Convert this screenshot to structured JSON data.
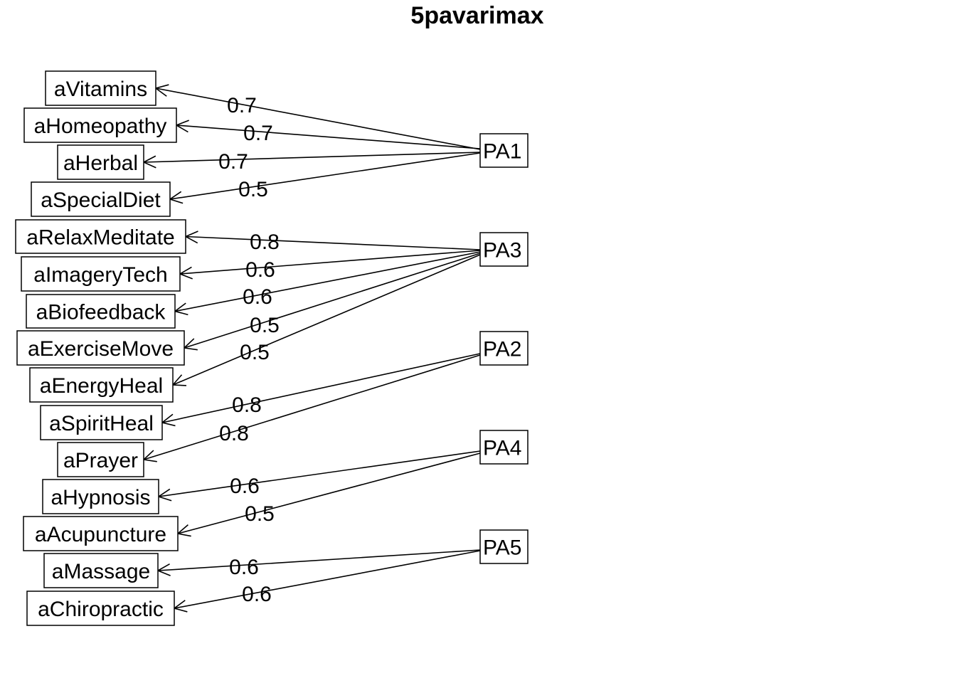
{
  "title": "5pavarimax",
  "factors": [
    {
      "id": "PA1",
      "label": "PA1"
    },
    {
      "id": "PA3",
      "label": "PA3"
    },
    {
      "id": "PA2",
      "label": "PA2"
    },
    {
      "id": "PA4",
      "label": "PA4"
    },
    {
      "id": "PA5",
      "label": "PA5"
    }
  ],
  "variables": [
    {
      "label": "aVitamins"
    },
    {
      "label": "aHomeopathy"
    },
    {
      "label": "aHerbal"
    },
    {
      "label": "aSpecialDiet"
    },
    {
      "label": "aRelaxMeditate"
    },
    {
      "label": "aImageryTech"
    },
    {
      "label": "aBiofeedback"
    },
    {
      "label": "aExerciseMove"
    },
    {
      "label": "aEnergyHeal"
    },
    {
      "label": "aSpiritHeal"
    },
    {
      "label": "aPrayer"
    },
    {
      "label": "aHypnosis"
    },
    {
      "label": "aAcupuncture"
    },
    {
      "label": "aMassage"
    },
    {
      "label": "aChiropractic"
    }
  ],
  "loadings": [
    {
      "factor": "PA1",
      "variable": "aVitamins",
      "value": "0.7"
    },
    {
      "factor": "PA1",
      "variable": "aHomeopathy",
      "value": "0.7"
    },
    {
      "factor": "PA1",
      "variable": "aHerbal",
      "value": "0.7"
    },
    {
      "factor": "PA1",
      "variable": "aSpecialDiet",
      "value": "0.5"
    },
    {
      "factor": "PA3",
      "variable": "aRelaxMeditate",
      "value": "0.8"
    },
    {
      "factor": "PA3",
      "variable": "aImageryTech",
      "value": "0.6"
    },
    {
      "factor": "PA3",
      "variable": "aBiofeedback",
      "value": "0.6"
    },
    {
      "factor": "PA3",
      "variable": "aExerciseMove",
      "value": "0.5"
    },
    {
      "factor": "PA3",
      "variable": "aEnergyHeal",
      "value": "0.5"
    },
    {
      "factor": "PA2",
      "variable": "aSpiritHeal",
      "value": "0.8"
    },
    {
      "factor": "PA2",
      "variable": "aPrayer",
      "value": "0.8"
    },
    {
      "factor": "PA4",
      "variable": "aHypnosis",
      "value": "0.6"
    },
    {
      "factor": "PA4",
      "variable": "aAcupuncture",
      "value": "0.5"
    },
    {
      "factor": "PA5",
      "variable": "aMassage",
      "value": "0.6"
    },
    {
      "factor": "PA5",
      "variable": "aChiropractic",
      "value": "0.6"
    }
  ]
}
